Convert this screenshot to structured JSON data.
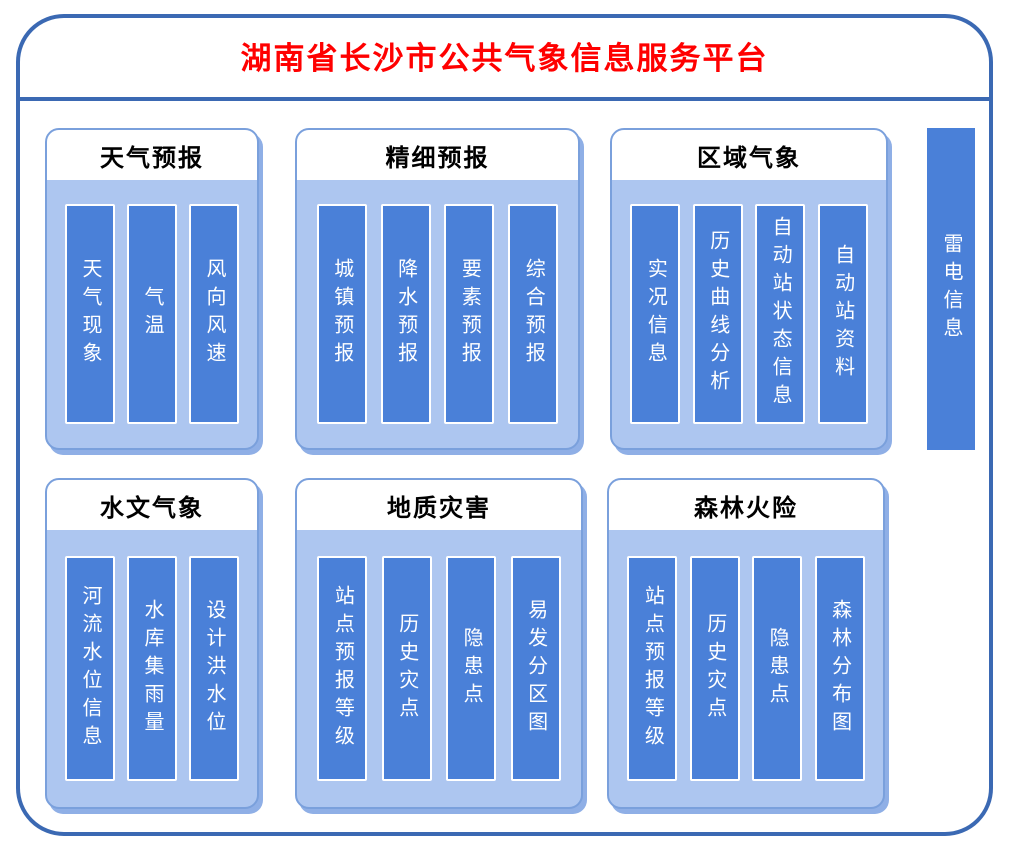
{
  "title": "湖南省长沙市公共气象信息服务平台",
  "colors": {
    "outer_border": "#3b69b3",
    "title_color": "#ff0000",
    "panel_background": "#adc6f0",
    "panel_border": "#7aa0dc",
    "panel_shadow": "#8fafe6",
    "bar_fill": "#4a80d8",
    "bar_border": "#ffffff",
    "bar_text": "#ffffff",
    "header_text": "#000000"
  },
  "panels": [
    {
      "header": "天气预报",
      "items": [
        "天气现象",
        "气温",
        "风向风速"
      ]
    },
    {
      "header": "精细预报",
      "items": [
        "城镇预报",
        "降水预报",
        "要素预报",
        "综合预报"
      ]
    },
    {
      "header": "区域气象",
      "items": [
        "实况信息",
        "历史曲线分析",
        "自动站状态信息",
        "自动站资料"
      ]
    },
    {
      "header": "水文气象",
      "items": [
        "河流水位信息",
        "水库集雨量",
        "设计洪水位"
      ]
    },
    {
      "header": "地质灾害",
      "items": [
        "站点预报等级",
        "历史灾点",
        "隐患点",
        "易发分区图"
      ]
    },
    {
      "header": "森林火险",
      "items": [
        "站点预报等级",
        "历史灾点",
        "隐患点",
        "森林分布图"
      ]
    }
  ],
  "side_bar": {
    "label": "雷电信息"
  }
}
